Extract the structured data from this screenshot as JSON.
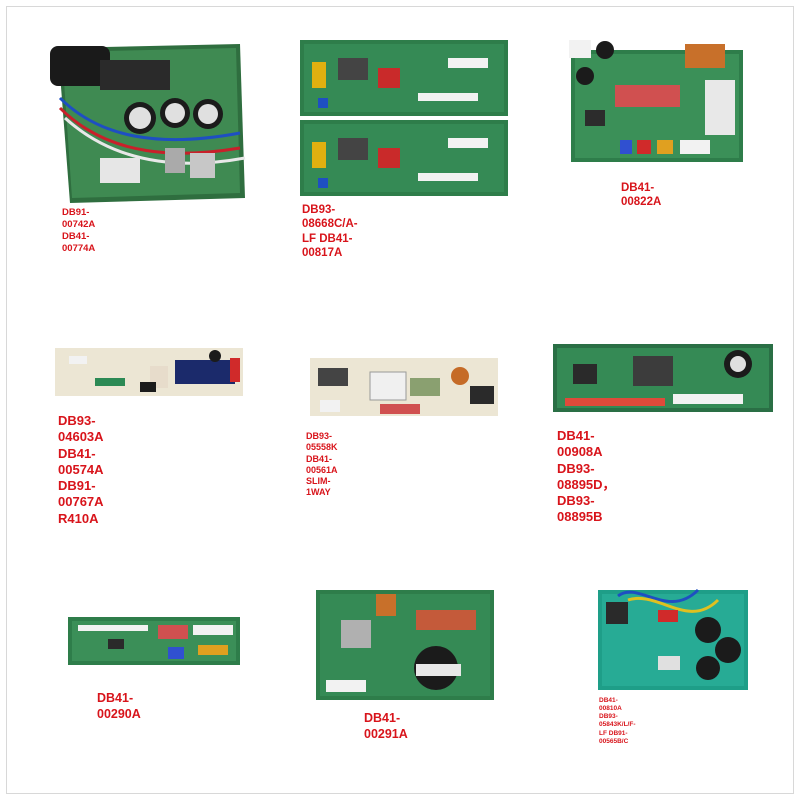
{
  "colors": {
    "caption": "#d8141b",
    "pcb_green": "#2e7d4a",
    "pcb_teal": "#1e9e88",
    "pcb_cream": "#ece6d4",
    "cap_black": "#1b1b1b",
    "connector_white": "#f2f2f2"
  },
  "products": [
    {
      "caption": "DB91-00742A DB41-00774A"
    },
    {
      "caption": "DB93-08668C/A-LF DB41-00817A"
    },
    {
      "caption": "DB41-00822A"
    },
    {
      "caption": "DB93-04603A DB41-00574A\nDB91-00767A R410A"
    },
    {
      "caption": "DB93-05558K DB41-00561A SLIM-1WAY"
    },
    {
      "caption": "DB41-00908A\nDB93-08895D， DB93-08895B"
    },
    {
      "caption": "DB41-00290A"
    },
    {
      "caption": "DB41-00291A"
    },
    {
      "caption": "DB41-00810A DB93-05843K/L/F-LF DB91-00565B/C"
    }
  ]
}
